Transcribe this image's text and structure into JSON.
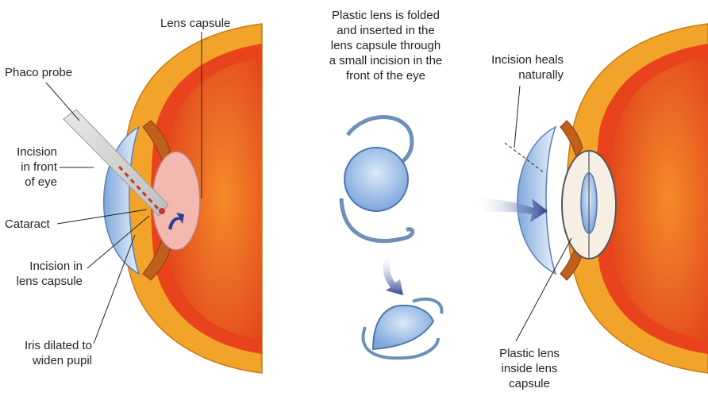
{
  "left_panel": {
    "lens_capsule": "Lens capsule",
    "phaco_probe": "Phaco probe",
    "incision_front": [
      "Incision",
      "in front",
      "of eye"
    ],
    "cataract": "Cataract",
    "incision_capsule": [
      "Incision in",
      "lens capsule"
    ],
    "iris": [
      "Iris dilated to",
      "widen pupil"
    ]
  },
  "middle_panel": {
    "caption": [
      "Plastic lens is folded",
      "and inserted in the",
      "lens capsule through",
      "a small incision in the",
      "front of the eye"
    ]
  },
  "right_panel": {
    "heals": [
      "Incision heals",
      "naturally"
    ],
    "plastic_lens": [
      "Plastic lens",
      "inside lens",
      "capsule"
    ]
  },
  "colors": {
    "sclera": "#f2a42a",
    "choroid": "#e8431c",
    "vitreous": "#f0601e",
    "cornea": "#a9c8ea",
    "lens_blue": "#8fb6e6",
    "arrow": "#2e3f8f",
    "cataract_pink": "#f3b8b0"
  }
}
